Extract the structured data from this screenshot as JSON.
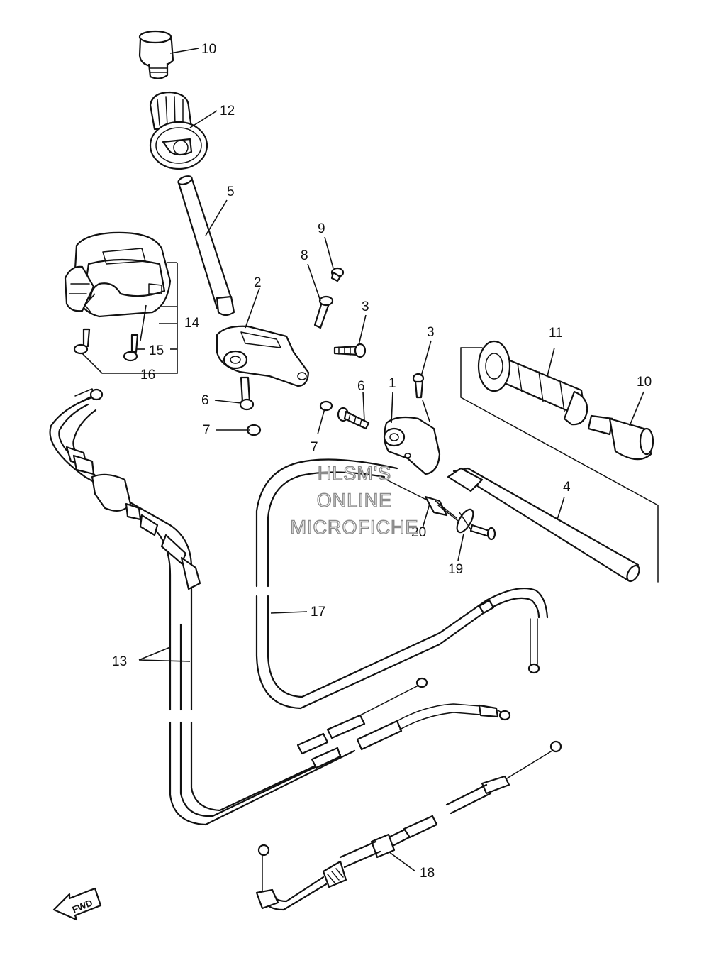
{
  "callouts": {
    "c1": "1",
    "c2": "2",
    "c3a": "3",
    "c3b": "3",
    "c4": "4",
    "c5": "5",
    "c6a": "6",
    "c6b": "6",
    "c7a": "7",
    "c7b": "7",
    "c8": "8",
    "c9": "9",
    "c10a": "10",
    "c10b": "10",
    "c11": "11",
    "c12": "12",
    "c13": "13",
    "c14": "14",
    "c15": "15",
    "c16": "16",
    "c17": "17",
    "c18": "18",
    "c19": "19",
    "c20": "20"
  },
  "watermark": {
    "line1": "HLSM'S",
    "line2": "ONLINE",
    "line3": "MICROFICHE"
  },
  "direction_arrow": {
    "label": "FWD"
  },
  "colors": {
    "line": "#111111",
    "background": "#ffffff",
    "watermark_outline": "#8a8a8a"
  }
}
